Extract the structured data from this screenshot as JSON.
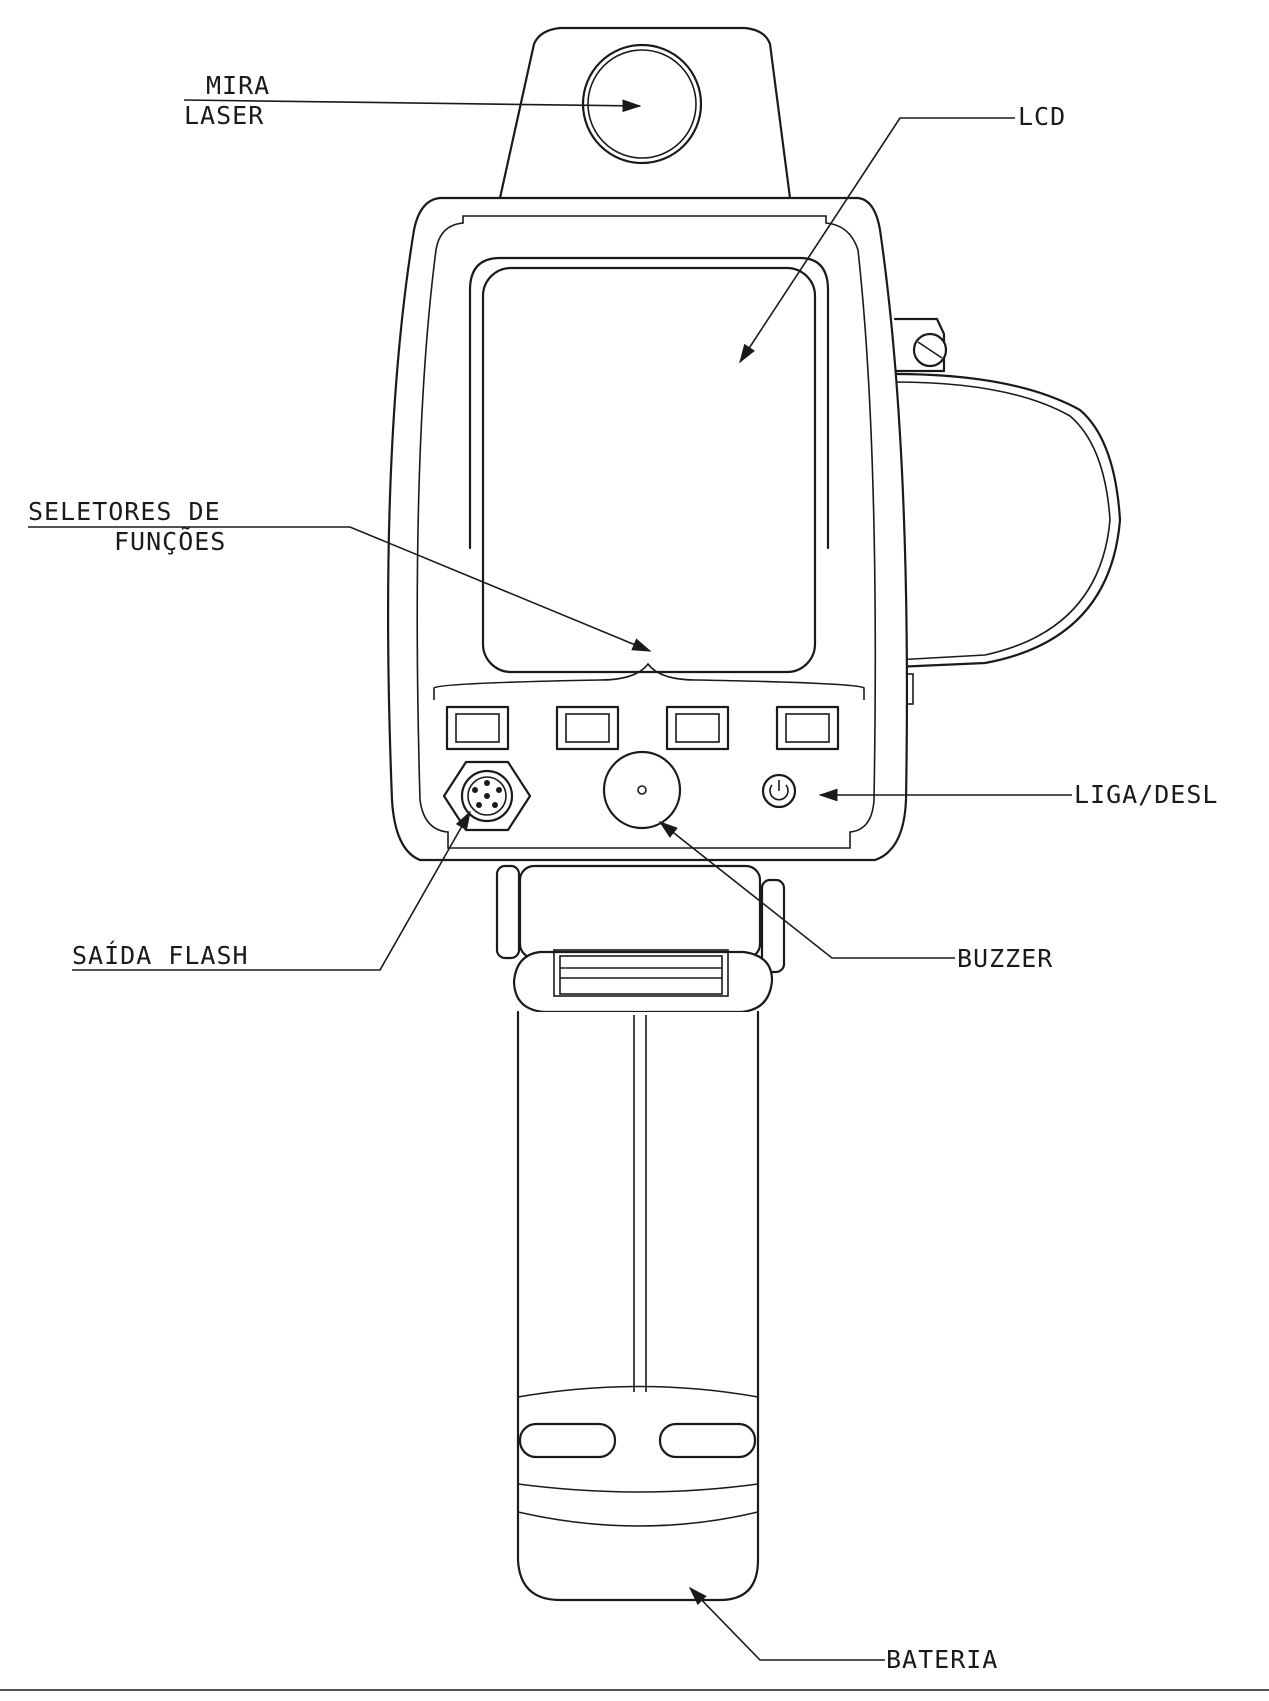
{
  "labels": {
    "mira_line1": "MIRA",
    "mira_line2": "LASER",
    "lcd": "LCD",
    "seletores_line1": "SELETORES DE",
    "seletores_line2": "FUNÇÕES",
    "liga_desl": "LIGA/DESL",
    "saida_flash": "SAÍDA FLASH",
    "buzzer": "BUZZER",
    "bateria": "BATERIA"
  },
  "colors": {
    "ink": "#1a1a1a",
    "paper": "#ffffff"
  },
  "icons": {
    "power": "power-icon",
    "connector": "connector-icon"
  }
}
